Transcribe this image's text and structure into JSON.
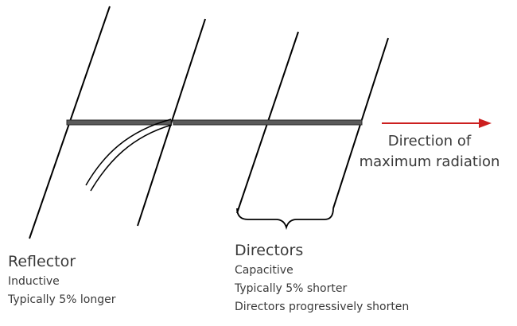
{
  "diagram": {
    "type": "yagi-uda-antenna",
    "colors": {
      "element": "#000000",
      "boom": "#5a5a5a",
      "boom_edge": "#2a2a2a",
      "arrow": "#cc1f1f",
      "text": "#3a3a3a"
    },
    "direction_label": {
      "line1": "Direction of",
      "line2": "maximum radiation"
    },
    "reflector": {
      "title": "Reflector",
      "lines": [
        "Inductive",
        "Typically 5% longer"
      ]
    },
    "directors": {
      "title": "Directors",
      "lines": [
        "Capacitive",
        "Typically 5% shorter",
        "Directors progressively shorten"
      ]
    }
  }
}
